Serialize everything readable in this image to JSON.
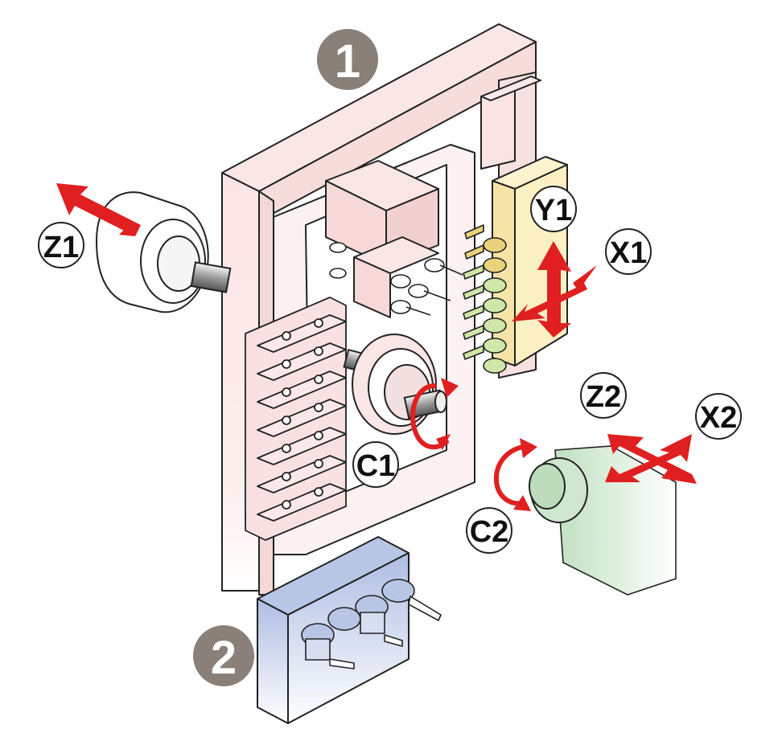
{
  "markers": [
    {
      "id": "marker-1",
      "text": "1"
    },
    {
      "id": "marker-2",
      "text": "2"
    }
  ],
  "axis_labels": {
    "z1": "Z1",
    "y1": "Y1",
    "x1": "X1",
    "c1": "C1",
    "z2": "Z2",
    "x2": "X2",
    "c2": "C2"
  },
  "colors": {
    "frame": "#fbe6e6",
    "outline": "#222222",
    "arrow": "#e02020",
    "tool_block_yellow": "#fbf0c4",
    "tool_green": "#cfe7a8",
    "tool_gold": "#e9d27a",
    "lower_block": "#b8c6e6",
    "spindle2": "#cfe6cf",
    "marker_bg": "#8a807a"
  }
}
